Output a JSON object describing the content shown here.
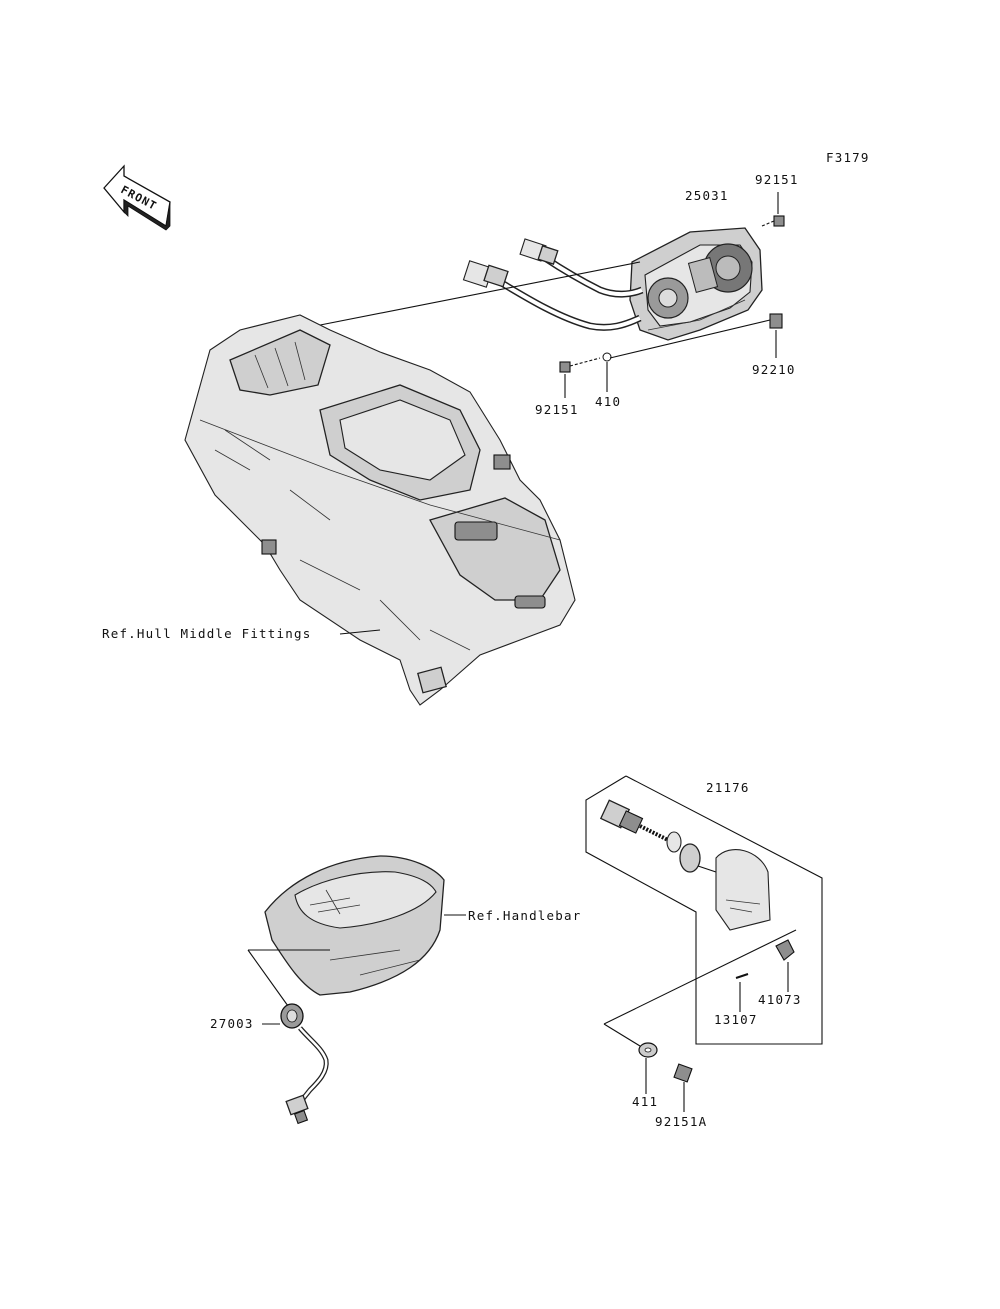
{
  "figure_code": "F3179",
  "front_arrow_label": "FRONT",
  "labels": {
    "p25031": "25031",
    "p92151_top": "92151",
    "p92210": "92210",
    "p410": "410",
    "p92151_left": "92151",
    "ref_hull": "Ref.Hull Middle Fittings",
    "p21176": "21176",
    "ref_handlebar": "Ref.Handlebar",
    "p27003": "27003",
    "p41073": "41073",
    "p13107": "13107",
    "p411": "411",
    "p92151A": "92151A"
  }
}
